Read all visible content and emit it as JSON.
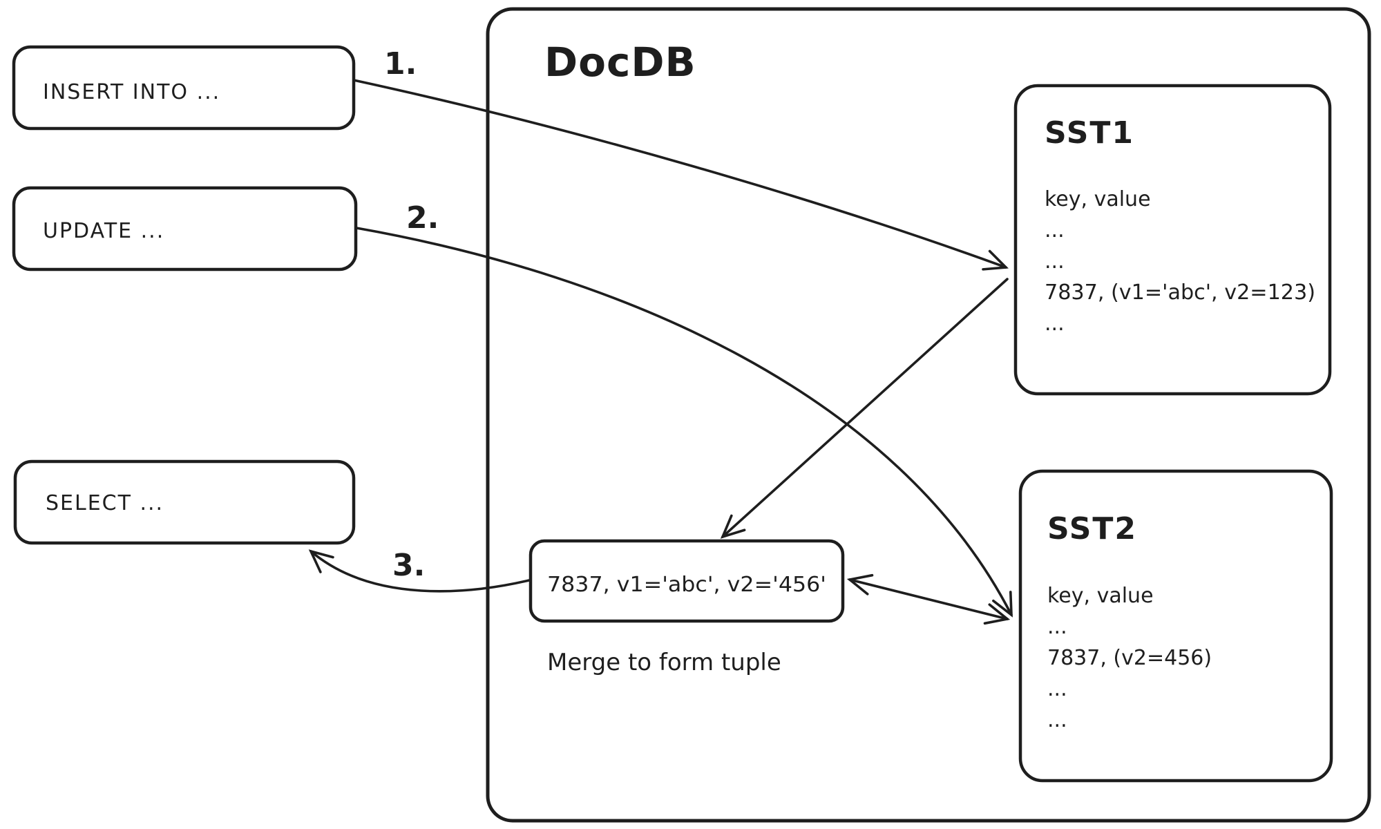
{
  "title": "DocDB",
  "colors": {
    "stroke": "#1e1e1e",
    "background": "#ffffff"
  },
  "queries": [
    {
      "label": "INSERT INTO ...",
      "step": "1."
    },
    {
      "label": "UPDATE ...",
      "step": "2."
    },
    {
      "label": "SELECT ...",
      "step": "3."
    }
  ],
  "sst1": {
    "title": "SST1",
    "lines": [
      "key, value",
      "...",
      "...",
      "7837, (v1='abc', v2=123)",
      "..."
    ]
  },
  "sst2": {
    "title": "SST2",
    "lines": [
      "key, value",
      "...",
      "7837, (v2=456)",
      "...",
      "..."
    ]
  },
  "merge_box": {
    "value": "7837, v1='abc', v2='456'"
  },
  "merge_caption": "Merge to form tuple"
}
